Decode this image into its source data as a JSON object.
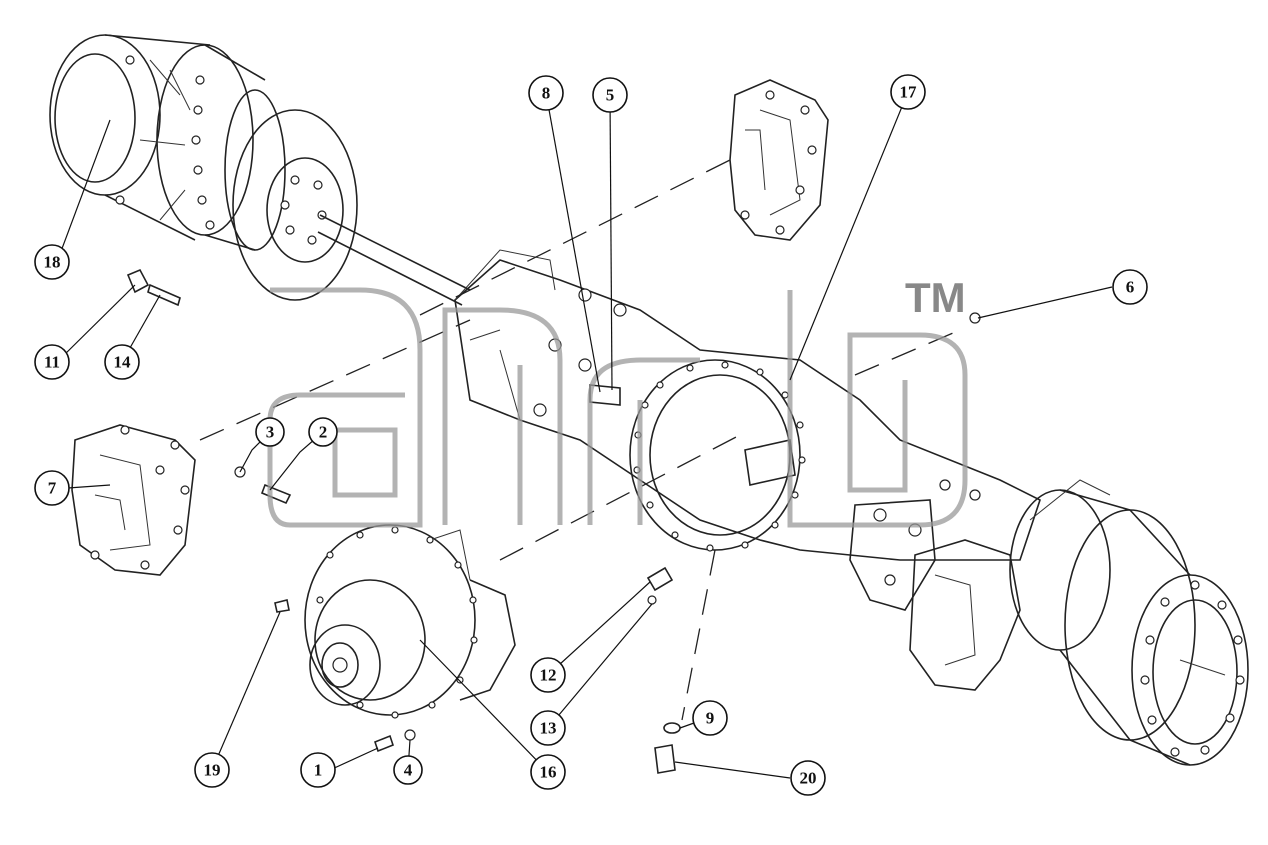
{
  "diagram": {
    "type": "exploded-parts-diagram",
    "watermark": {
      "trademark_symbol": "TM"
    },
    "callouts": [
      "1",
      "2",
      "3",
      "4",
      "5",
      "6",
      "7",
      "8",
      "9",
      "11",
      "12",
      "13",
      "14",
      "16",
      "17",
      "18",
      "19",
      "20"
    ]
  }
}
